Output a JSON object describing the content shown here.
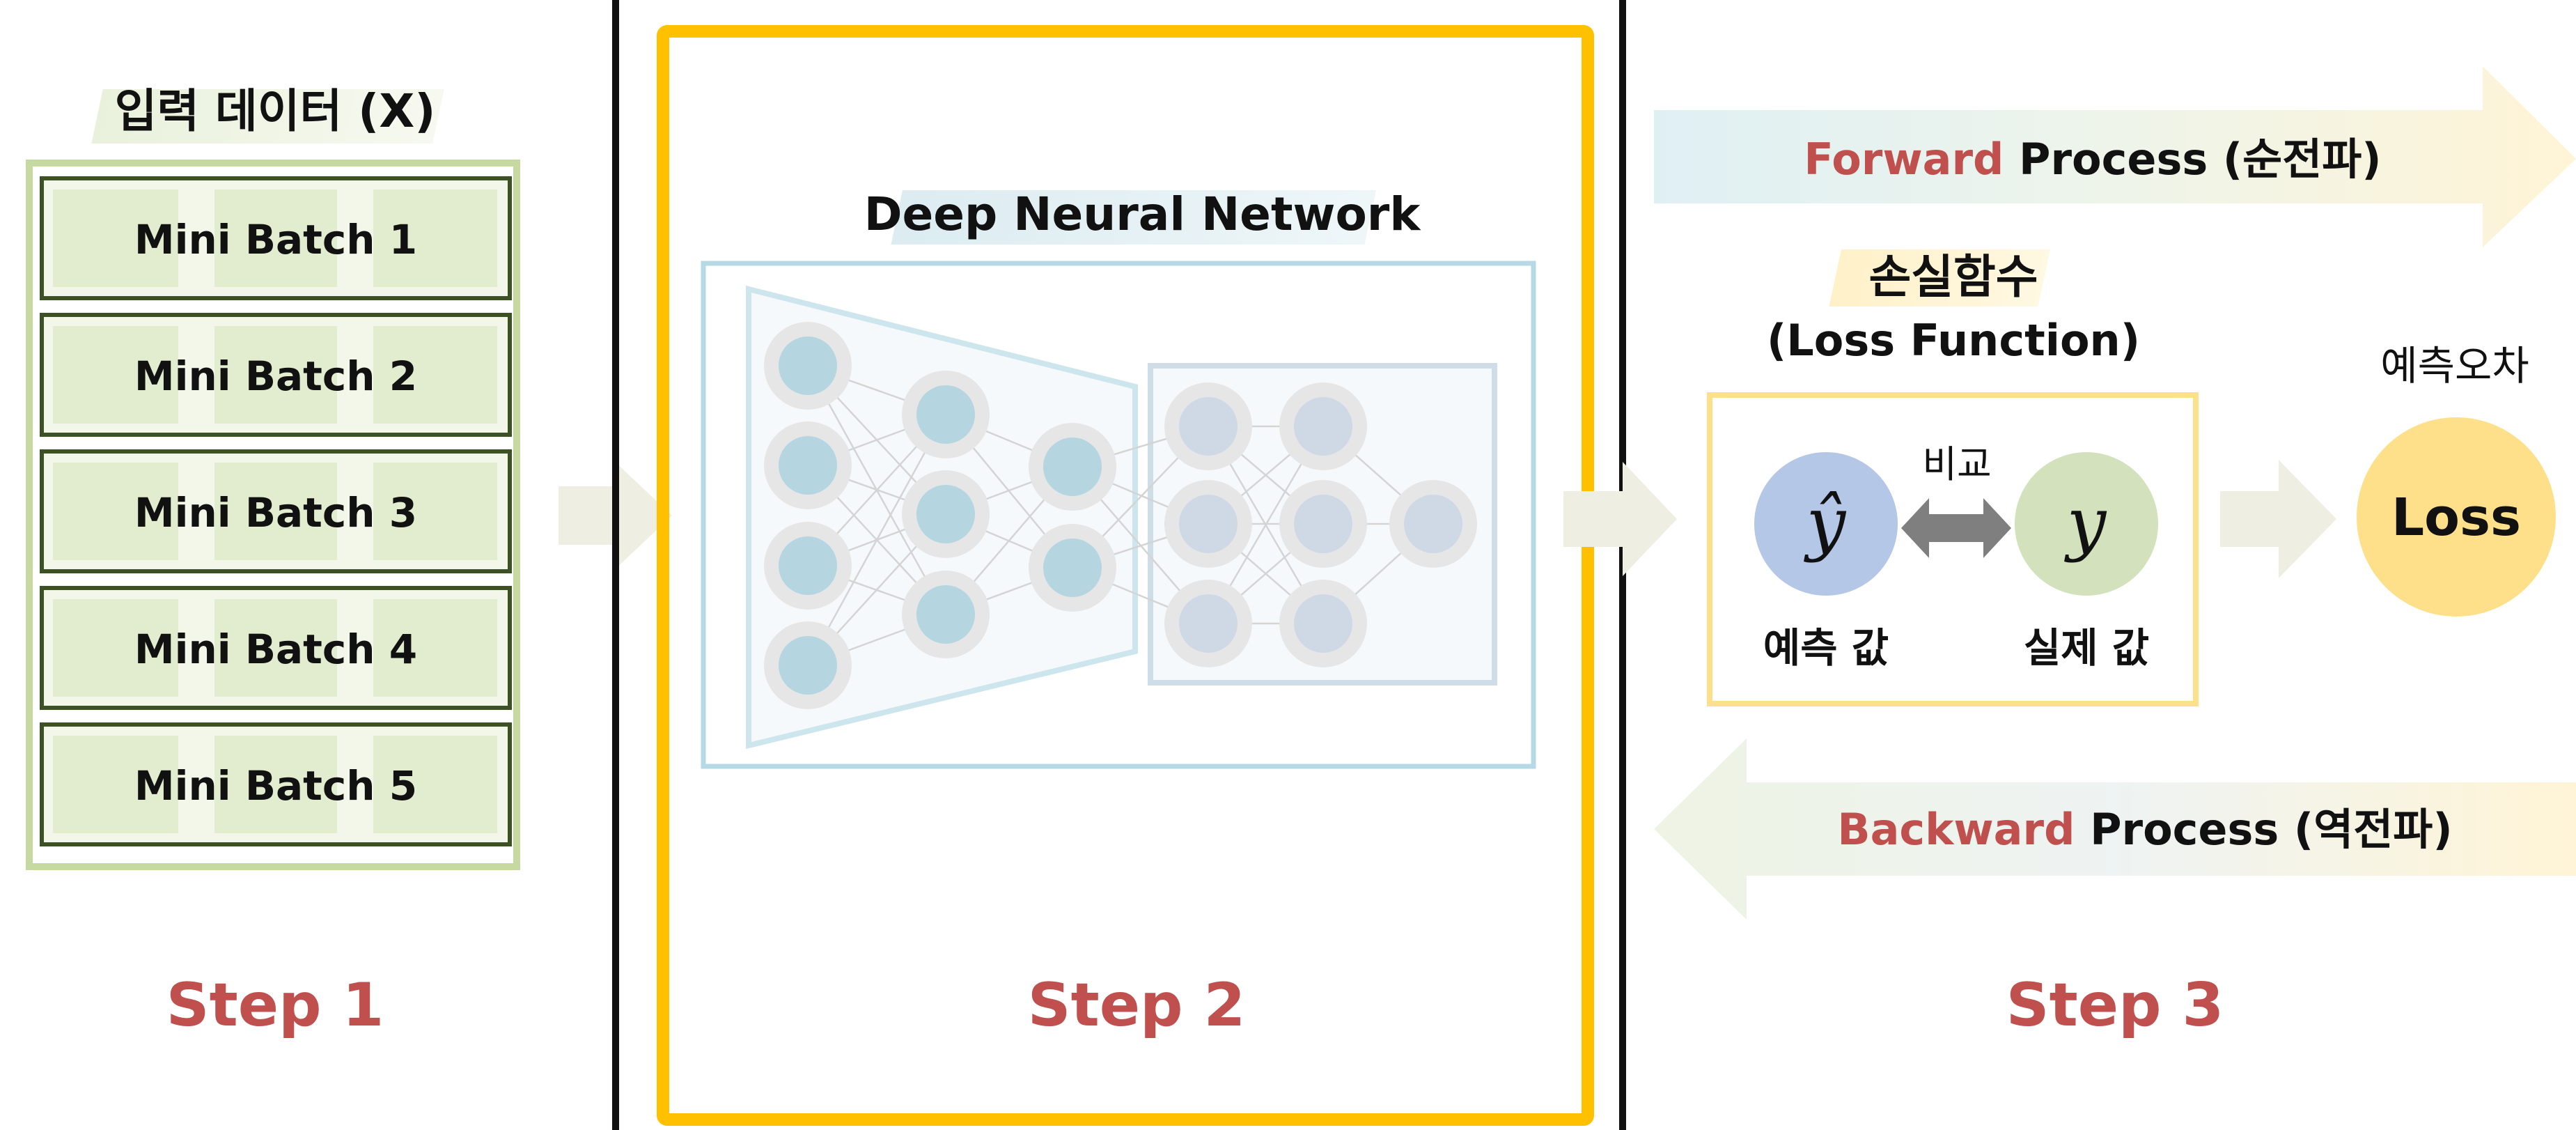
{
  "colors": {
    "step_label": "#c0504d",
    "highlight_word": "#c0504d",
    "batch_border": "#3d5224",
    "batch_fill": "#e2eccf",
    "batch_stripe": "#f3f7ea",
    "outer_green": "#c5d9a0",
    "step2_border": "#ffc000",
    "divider": "#111111",
    "dnn_box": "#b6d9e6",
    "node_blue": "#b5d6e0",
    "node_gray": "#cfd9e6",
    "node_ring": "#e6e6e6",
    "loss_box_border": "#ffe08a",
    "loss_circle": "#ffe08a",
    "yhat_circle": "#b4c7e7",
    "y_circle": "#d3e2bd",
    "compare_arrow": "#7f7f7f",
    "flow_arrow": "#eeeee2"
  },
  "step1": {
    "title": "입력 데이터 (X)",
    "batches": [
      "Mini Batch 1",
      "Mini Batch 2",
      "Mini Batch 3",
      "Mini Batch 4",
      "Mini Batch 5"
    ],
    "step_label": "Step 1"
  },
  "step2": {
    "title": "Deep Neural Network",
    "step_label": "Step 2"
  },
  "step3": {
    "forward_highlight": "Forward",
    "forward_rest": " Process (순전파)",
    "backward_highlight": "Backward",
    "backward_rest": " Process (역전파)",
    "loss_title": "손실함수",
    "loss_subtitle": "(Loss Function)",
    "compare_label": "비교",
    "yhat_symbol": "ŷ",
    "y_symbol": "y",
    "predicted_label": "예측 값",
    "actual_label": "실제 값",
    "error_label": "예측오차",
    "loss_label": "Loss",
    "step_label": "Step 3"
  },
  "icons": {
    "flow_arrow": "right-block-arrow",
    "compare_arrow": "double-headed-arrow"
  }
}
